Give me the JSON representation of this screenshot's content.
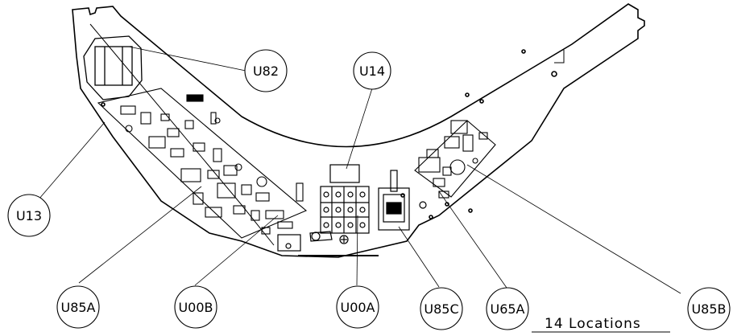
{
  "callouts": {
    "u82": "U82",
    "u14": "U14",
    "u13": "U13",
    "u85a": "U85A",
    "u00b": "U00B",
    "u00a": "U00A",
    "u85c": "U85C",
    "u65a": "U65A",
    "u85b": "U85B"
  },
  "footer": {
    "locations_note": "14 Locations"
  }
}
